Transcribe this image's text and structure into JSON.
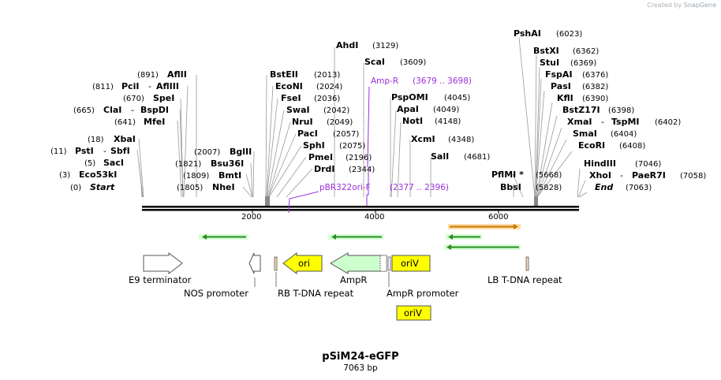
{
  "credit": {
    "prefix": "Created by",
    "brand": "SnapGene"
  },
  "map": {
    "title": "pSiM24-eGFP",
    "length_label": "7063 bp"
  },
  "ruler": {
    "ticks": [
      "2000",
      "4000",
      "6000"
    ]
  },
  "sites_left": [
    {
      "pos": "(891)",
      "name": "AflII"
    },
    {
      "pos": "(811)",
      "name": "PciI",
      "sep": "-",
      "name2": "AflIII"
    },
    {
      "pos": "(670)",
      "name": "SpeI"
    },
    {
      "pos": "(665)",
      "name": "ClaI",
      "sep": "-",
      "name2": "BspDI"
    },
    {
      "pos": "(641)",
      "name": "MfeI"
    },
    {
      "pos": "(18)",
      "name": "XbaI"
    },
    {
      "pos": "(11)",
      "name": "PstI",
      "sep": "-",
      "name2": "SbfI"
    },
    {
      "pos": "(5)",
      "name": "SacI"
    },
    {
      "pos": "(3)",
      "name": "Eco53kI"
    },
    {
      "pos": "(0)",
      "name": "Start"
    }
  ],
  "sites_mid_left": [
    {
      "pos": "(2007)",
      "name": "BglII"
    },
    {
      "pos": "(1821)",
      "name": "Bsu36I"
    },
    {
      "pos": "(1809)",
      "name": "BmtI"
    },
    {
      "pos": "(1805)",
      "name": "NheI"
    }
  ],
  "sites_mid": [
    {
      "name": "BstEII",
      "pos": "(2013)"
    },
    {
      "name": "EcoNI",
      "pos": "(2024)"
    },
    {
      "name": "FseI",
      "pos": "(2036)"
    },
    {
      "name": "SwaI",
      "pos": "(2042)"
    },
    {
      "name": "NruI",
      "pos": "(2049)"
    },
    {
      "name": "PacI",
      "pos": "(2057)"
    },
    {
      "name": "SphI",
      "pos": "(2075)"
    },
    {
      "name": "PmeI",
      "pos": "(2196)"
    },
    {
      "name": "DrdI",
      "pos": "(2344)"
    }
  ],
  "sites_center": [
    {
      "name": "AhdI",
      "pos": "(3129)"
    },
    {
      "name": "ScaI",
      "pos": "(3609)"
    },
    {
      "name": "PspOMI",
      "pos": "(4045)"
    },
    {
      "name": "ApaI",
      "pos": "(4049)"
    },
    {
      "name": "NotI",
      "pos": "(4148)"
    },
    {
      "name": "XcmI",
      "pos": "(4348)"
    },
    {
      "name": "SalI",
      "pos": "(4681)"
    },
    {
      "name": "PflMI *",
      "pos": "(5668)"
    },
    {
      "name": "BbsI",
      "pos": "(5828)"
    }
  ],
  "primers": [
    {
      "name": "Amp-R",
      "range": "(3679 .. 3698)"
    },
    {
      "name": "pBR322ori-F",
      "range": "(2377 .. 2396)"
    }
  ],
  "sites_right": [
    {
      "name": "PshAI",
      "pos": "(6023)"
    },
    {
      "name": "BstXI",
      "pos": "(6362)"
    },
    {
      "name": "StuI",
      "pos": "(6369)"
    },
    {
      "name": "FspAI",
      "pos": "(6376)"
    },
    {
      "name": "PasI",
      "pos": "(6382)"
    },
    {
      "name": "KflI",
      "pos": "(6390)"
    },
    {
      "name": "BstZ17I",
      "pos": "(6398)"
    },
    {
      "name": "XmaI",
      "sep": "-",
      "name2": "TspMI",
      "pos": "(6402)"
    },
    {
      "name": "SmaI",
      "pos": "(6404)"
    },
    {
      "name": "EcoRI",
      "pos": "(6408)"
    },
    {
      "name": "HindIII",
      "pos": "(7046)"
    },
    {
      "name": "XhoI",
      "sep": "-",
      "name2": "PaeR7I",
      "pos": "(7058)"
    },
    {
      "name": "End",
      "pos": "(7063)"
    }
  ],
  "features": {
    "e9": "E9 terminator",
    "nos": "NOS promoter",
    "rb": "RB T-DNA repeat",
    "ori": "ori",
    "ampr": "AmpR",
    "ampr_promoter": "AmpR promoter",
    "oriv1": "oriV",
    "oriv2": "oriV",
    "lb": "LB T-DNA repeat"
  },
  "colors": {
    "primer": "#9b30d9",
    "ori": "#ffff00",
    "ampr": "#ccffcc",
    "orf_green": "#2e8b22",
    "orf_orange": "#c87800"
  }
}
